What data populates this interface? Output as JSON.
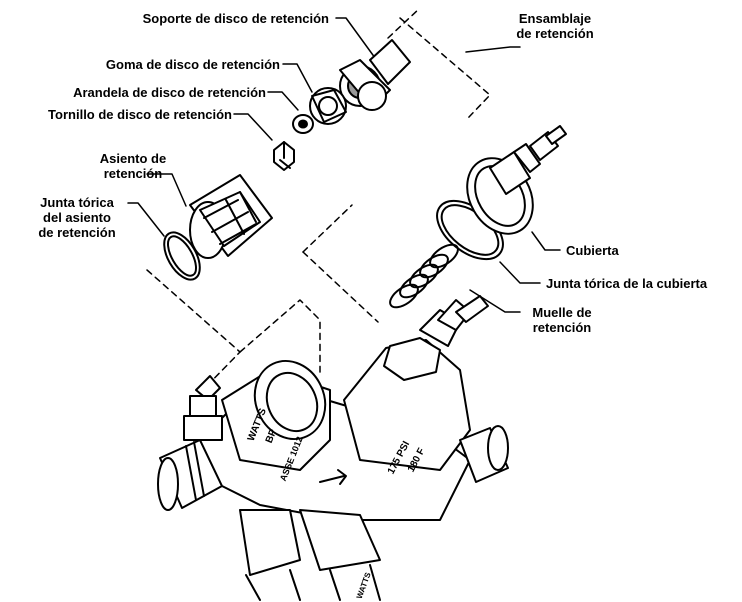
{
  "labels": {
    "soporte": "Soporte de disco de retención",
    "goma": "Goma de disco de retención",
    "arandela": "Arandela de disco de retención",
    "tornillo": "Tornillo de disco de retención",
    "asiento_l1": "Asiento de",
    "asiento_l2": "retención",
    "junta_asiento_l1": "Junta tórica",
    "junta_asiento_l2": "del asiento",
    "junta_asiento_l3": "de retención",
    "ensamblaje_l1": "Ensamblaje",
    "ensamblaje_l2": "de retención",
    "cubierta": "Cubierta",
    "junta_cubierta": "Junta tórica de la cubierta",
    "muelle_l1": "Muelle de",
    "muelle_l2": "retención"
  },
  "valve_markings": {
    "brand": "WATTS",
    "model": "BP",
    "standard": "ASSE 1012",
    "pressure": "175 PSI",
    "temperature": "180 F",
    "base_mark": "WATTS"
  },
  "colors": {
    "line": "#000000",
    "fill": "#ffffff",
    "shade": "#9a9a9a"
  }
}
